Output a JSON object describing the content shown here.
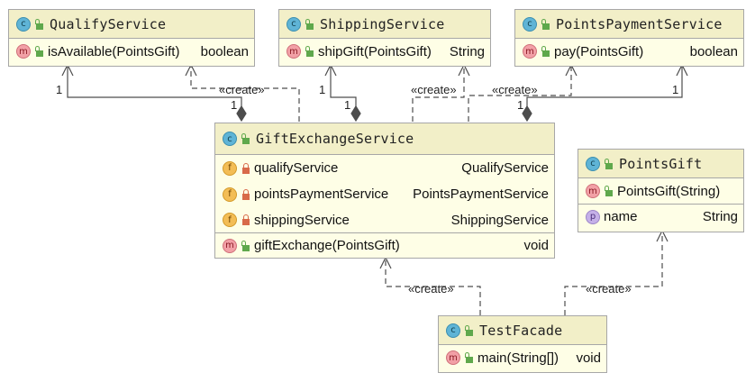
{
  "classes": {
    "qualify": {
      "name": "QualifyService",
      "methods": [
        {
          "name": "isAvailable(PointsGift)",
          "type": "boolean"
        }
      ]
    },
    "shipping": {
      "name": "ShippingService",
      "methods": [
        {
          "name": "shipGift(PointsGift)",
          "type": "String"
        }
      ]
    },
    "payment": {
      "name": "PointsPaymentService",
      "methods": [
        {
          "name": "pay(PointsGift)",
          "type": "boolean"
        }
      ]
    },
    "exchange": {
      "name": "GiftExchangeService",
      "fields": [
        {
          "name": "qualifyService",
          "type": "QualifyService"
        },
        {
          "name": "pointsPaymentService",
          "type": "PointsPaymentService"
        },
        {
          "name": "shippingService",
          "type": "ShippingService"
        }
      ],
      "methods": [
        {
          "name": "giftExchange(PointsGift)",
          "type": "void"
        }
      ]
    },
    "gift": {
      "name": "PointsGift",
      "methods": [
        {
          "name": "PointsGift(String)",
          "type": ""
        }
      ],
      "properties": [
        {
          "name": "name",
          "type": "String"
        }
      ]
    },
    "facade": {
      "name": "TestFacade",
      "methods": [
        {
          "name": "main(String[])",
          "type": "void"
        }
      ]
    }
  },
  "badges": {
    "class": "c",
    "method": "m",
    "field": "f",
    "property": "p"
  },
  "relations": {
    "create_label": "«create»",
    "multiplicity": "1"
  },
  "colors": {
    "header": "#f2efc8",
    "body": "#fefee6",
    "border": "#a7a7a7",
    "line": "#4d4d4d"
  }
}
